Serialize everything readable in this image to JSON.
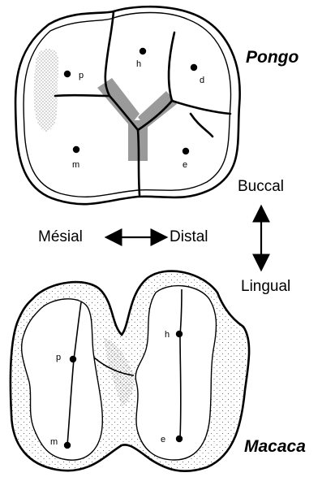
{
  "species": {
    "upper": "Pongo",
    "lower": "Macaca"
  },
  "orientation": {
    "buccal": "Buccal",
    "lingual": "Lingual",
    "mesial": "Mésial",
    "distal": "Distal"
  },
  "cusps_upper": {
    "p": "p",
    "h": "h",
    "d": "d",
    "m": "m",
    "e": "e"
  },
  "cusps_lower": {
    "p": "p",
    "h": "h",
    "m": "m",
    "e": "e"
  },
  "colors": {
    "ink": "#000000",
    "y_groove": "#9a9a9a",
    "stipple": "#555555",
    "background": "#ffffff"
  }
}
